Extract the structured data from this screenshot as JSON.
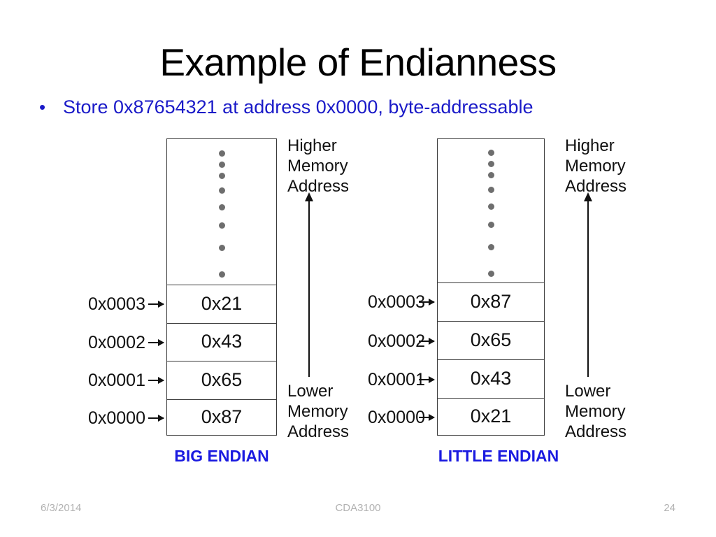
{
  "slide": {
    "title": "Example of Endianness",
    "bullet_marker": "•",
    "bullet_text": "Store 0x87654321 at address 0x0000, byte-addressable",
    "accent_color": "#1a1ac8",
    "caption_color": "#1a1ae0",
    "text_color": "#111111",
    "background_color": "#ffffff"
  },
  "diagrams": [
    {
      "id": "big-endian",
      "caption": "BIG ENDIAN",
      "ellipsis_dots": 8,
      "rows": [
        {
          "address": "0x0003",
          "value": "0x21"
        },
        {
          "address": "0x0002",
          "value": "0x43"
        },
        {
          "address": "0x0001",
          "value": "0x65"
        },
        {
          "address": "0x0000",
          "value": "0x87"
        }
      ],
      "axis": {
        "top_label_lines": [
          "Higher",
          "Memory",
          "Address"
        ],
        "bottom_label_lines": [
          "Lower",
          "Memory",
          "Address"
        ],
        "direction": "up"
      }
    },
    {
      "id": "little-endian",
      "caption": "LITTLE ENDIAN",
      "ellipsis_dots": 8,
      "rows": [
        {
          "address": "0x0003",
          "value": "0x87"
        },
        {
          "address": "0x0002",
          "value": "0x65"
        },
        {
          "address": "0x0001",
          "value": "0x43"
        },
        {
          "address": "0x0000",
          "value": "0x21"
        }
      ],
      "axis": {
        "top_label_lines": [
          "Higher",
          "Memory",
          "Address"
        ],
        "bottom_label_lines": [
          "Lower",
          "Memory",
          "Address"
        ],
        "direction": "up"
      }
    }
  ],
  "footer": {
    "date": "6/3/2014",
    "course": "CDA3100",
    "page_number": "24"
  }
}
